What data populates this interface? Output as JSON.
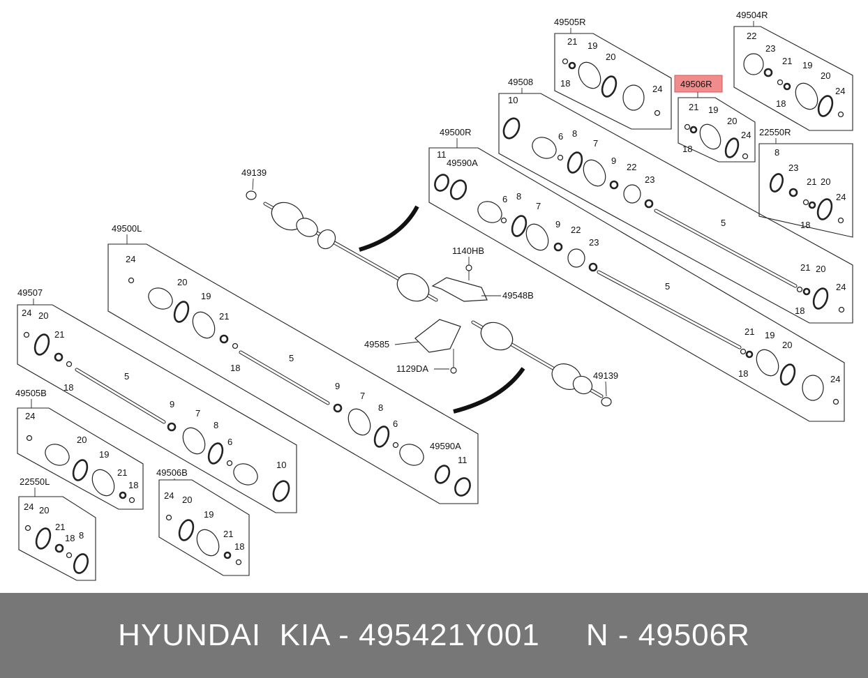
{
  "highlight": {
    "label": "49506R",
    "color": "#f28b8b"
  },
  "groups": [
    {
      "id": "49505R",
      "label": "49505R",
      "parts": [
        "21",
        "19",
        "20",
        "18",
        "24"
      ]
    },
    {
      "id": "49504R",
      "label": "49504R",
      "parts": [
        "22",
        "23",
        "21",
        "19",
        "20",
        "18",
        "24"
      ]
    },
    {
      "id": "49508",
      "label": "49508",
      "parts": [
        "10",
        "6",
        "8",
        "7",
        "9",
        "22",
        "23",
        "5",
        "21",
        "20",
        "18",
        "24"
      ]
    },
    {
      "id": "49506R",
      "label": "49506R",
      "parts": [
        "21",
        "19",
        "20",
        "18",
        "24"
      ]
    },
    {
      "id": "22550R",
      "label": "22550R",
      "parts": [
        "8",
        "23",
        "21",
        "20",
        "18",
        "24"
      ]
    },
    {
      "id": "49500R",
      "label": "49500R",
      "parts": [
        "11",
        "49590A",
        "6",
        "8",
        "7",
        "9",
        "22",
        "23",
        "5",
        "21",
        "19",
        "20",
        "18",
        "24"
      ]
    },
    {
      "id": "49500L",
      "label": "49500L",
      "parts": [
        "24",
        "20",
        "19",
        "21",
        "18",
        "5",
        "9",
        "7",
        "8",
        "6",
        "49590A",
        "11"
      ]
    },
    {
      "id": "49507",
      "label": "49507",
      "parts": [
        "24",
        "20",
        "21",
        "18",
        "5",
        "9",
        "7",
        "8",
        "6",
        "10"
      ]
    },
    {
      "id": "49505B",
      "label": "49505B",
      "parts": [
        "24",
        "20",
        "19",
        "21",
        "18"
      ]
    },
    {
      "id": "22550L",
      "label": "22550L",
      "parts": [
        "24",
        "20",
        "21",
        "18",
        "8"
      ]
    },
    {
      "id": "49506B",
      "label": "49506B",
      "parts": [
        "24",
        "20",
        "19",
        "21",
        "18"
      ]
    }
  ],
  "loose_parts": [
    "49139",
    "1140HB",
    "49548B",
    "49585",
    "1129DA",
    "49139"
  ],
  "footer": {
    "text": "HYUNDAI  KIA - 495421Y001     N - 49506R"
  }
}
